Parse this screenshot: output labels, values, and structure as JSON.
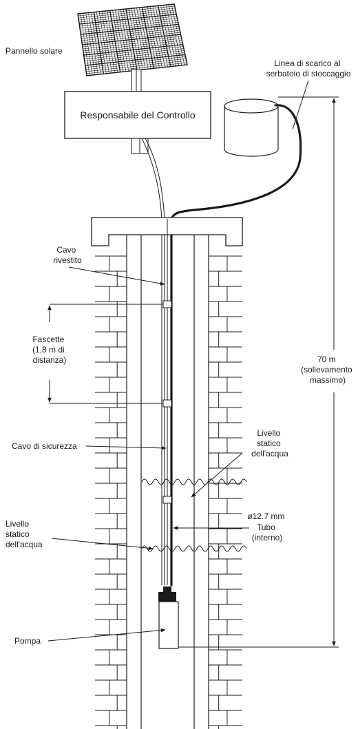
{
  "labels": {
    "solar_panel": "Pannello solare",
    "controller": "Responsabile del Controllo",
    "discharge_line": [
      "Linea di scarico al",
      "serbatoio di stoccaggio"
    ],
    "sheathed_cable": [
      "Cavo",
      "rivestito"
    ],
    "clamps": [
      "Fascette",
      "(1,8 m di",
      "distanza)"
    ],
    "safety_cable": "Cavo di sicurezza",
    "static_level_right": [
      "Livello",
      "statico",
      "dell'acqua"
    ],
    "static_level_left": [
      "Livello",
      "statico",
      "dell'acqua"
    ],
    "pipe": [
      "ø12.7 mm",
      "Tubo",
      "(interno)"
    ],
    "pump": "Pompa",
    "lift": [
      "70 m",
      "(sollevamento",
      "massimo)"
    ]
  }
}
